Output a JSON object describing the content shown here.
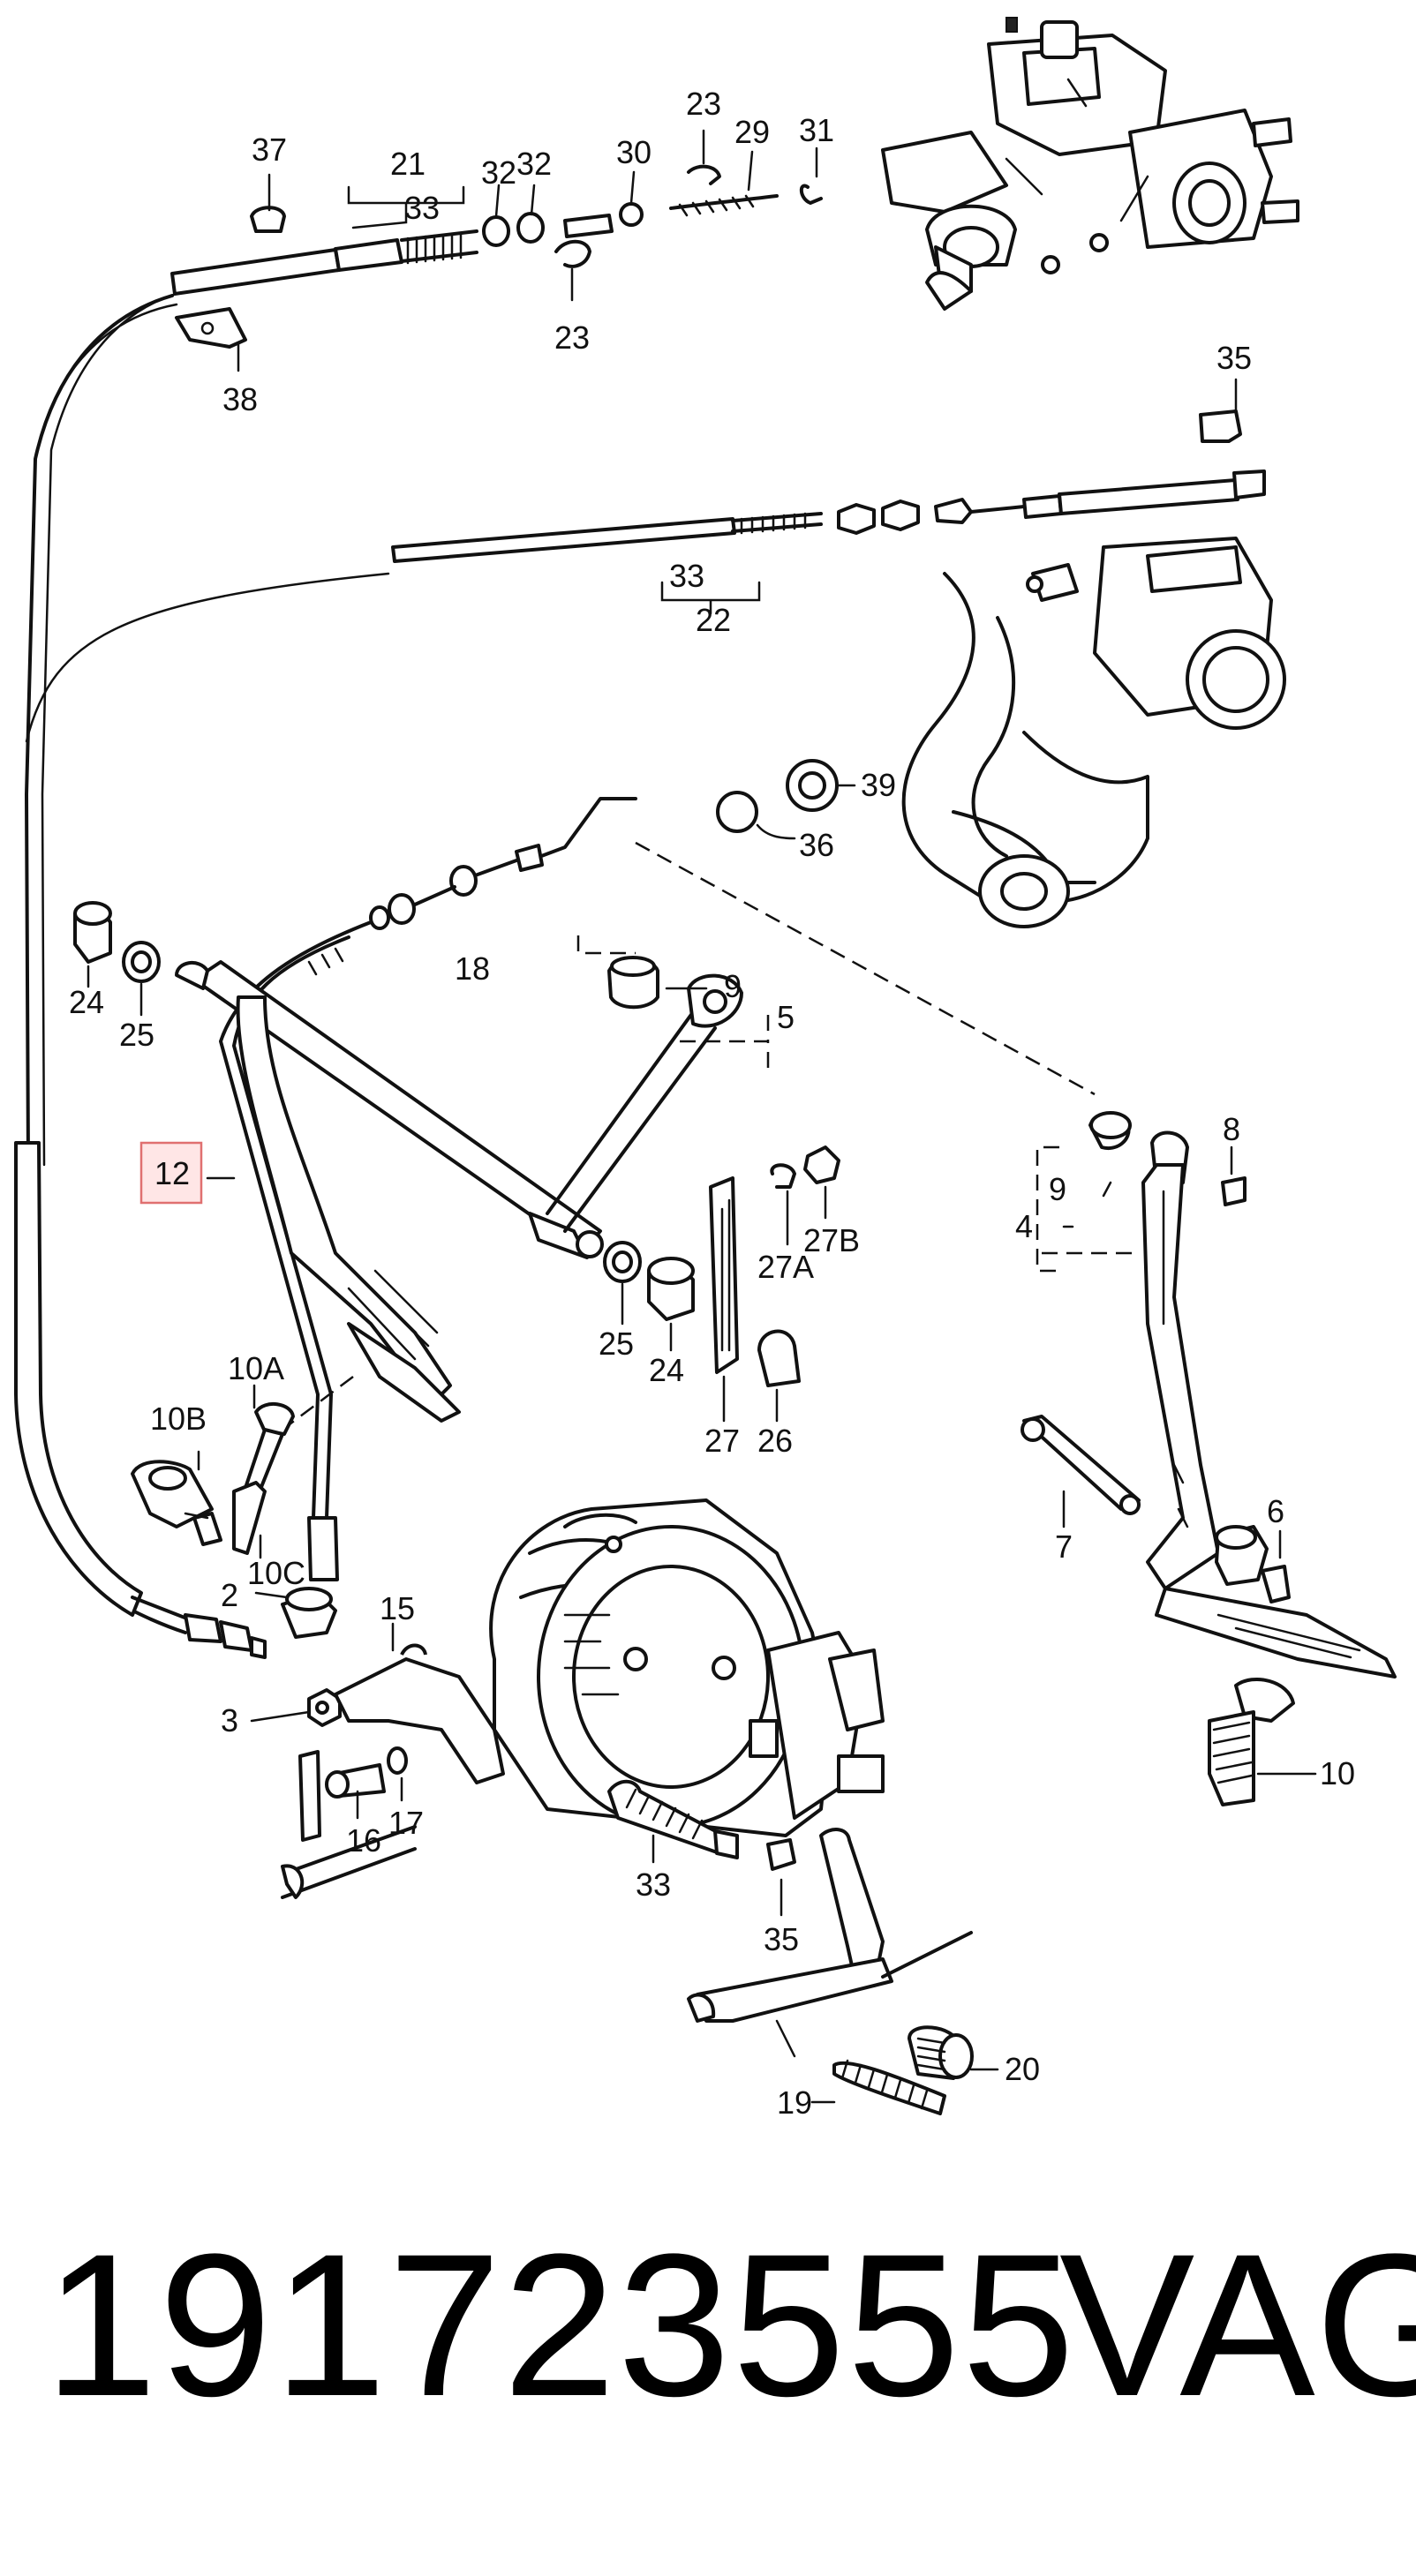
{
  "diagram": {
    "labels": {
      "l37": "37",
      "l21": "21",
      "l33a": "33",
      "l32a": "32",
      "l32b": "32",
      "l30": "30",
      "l23a": "23",
      "l29": "29",
      "l31": "31",
      "l23b": "23",
      "l38": "38",
      "l35a": "35",
      "l33b": "33",
      "l22": "22",
      "l39": "39",
      "l36": "36",
      "l18": "18",
      "l9a": "9",
      "l5": "5",
      "l24a": "24",
      "l25a": "25",
      "l12": "12",
      "l8": "8",
      "l9b": "9",
      "l4": "4",
      "l27B": "27B",
      "l27A": "27A",
      "l25b": "25",
      "l24b": "24",
      "l27": "27",
      "l26": "26",
      "l10A": "10A",
      "l10B": "10B",
      "l10C": "10C",
      "l7": "7",
      "l6": "6",
      "l2": "2",
      "l15": "15",
      "l3": "3",
      "l16": "16",
      "l17": "17",
      "l10": "10",
      "l33c": "33",
      "l35b": "35",
      "l20": "20",
      "l19": "19"
    }
  },
  "footer": {
    "part_number": "191723555",
    "brand": "VAG"
  }
}
